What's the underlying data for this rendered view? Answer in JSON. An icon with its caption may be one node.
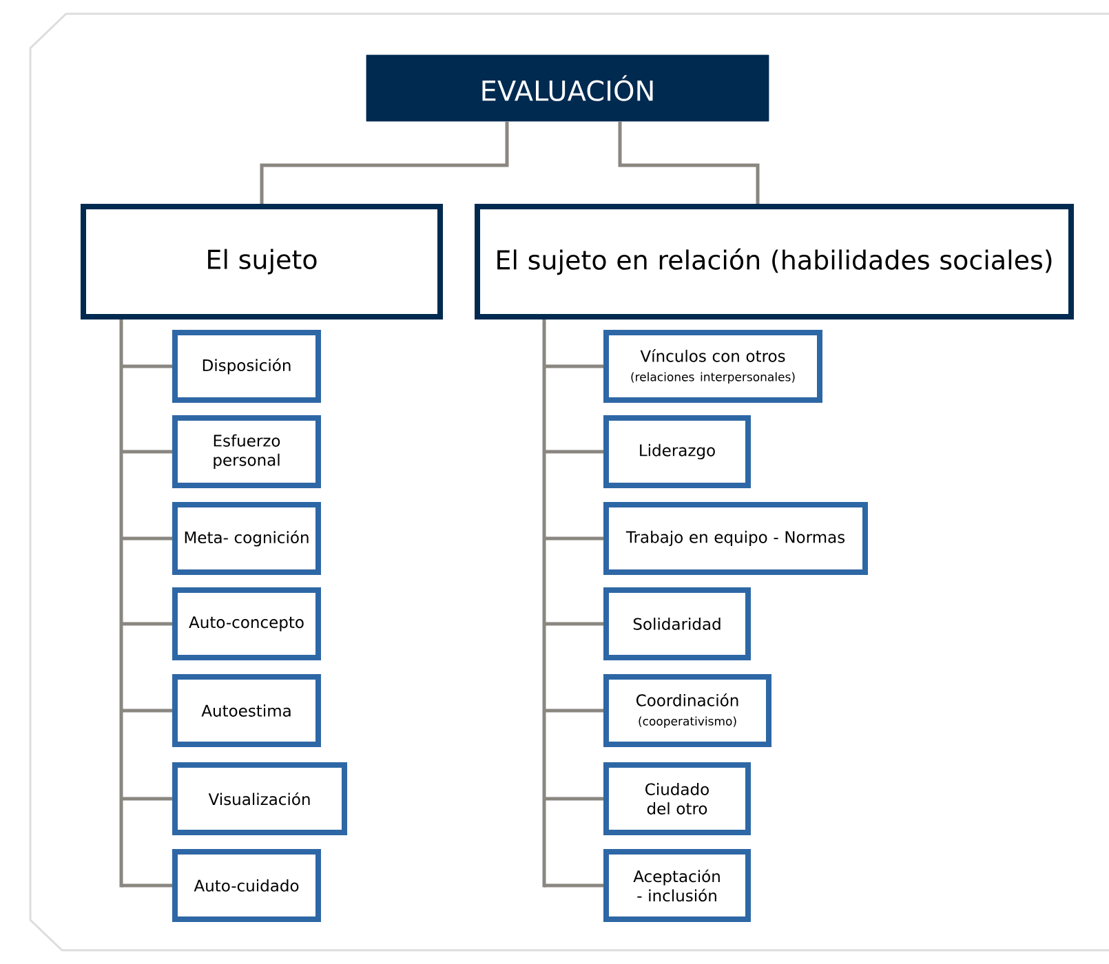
{
  "diagram": {
    "nodes": [
      {
        "text": [
          "EVALUACIÓN"
        ]
      },
      {
        "text": [
          "El sujeto"
        ]
      },
      {
        "text": [
          "El sujeto en relación (habilidades sociales)"
        ]
      },
      {
        "text": [
          "Disposición"
        ]
      },
      {
        "text": [
          "Esfuerzo personal"
        ]
      },
      {
        "text": [
          "Meta- cognición"
        ]
      },
      {
        "text": [
          "Auto-concepto"
        ]
      },
      {
        "text": [
          "Autoestima"
        ]
      },
      {
        "text": [
          "Visualización"
        ]
      },
      {
        "text": [
          "Auto-cuidado"
        ]
      },
      {
        "text": [
          "Vínculos con otros",
          "(relaciones interpersonales)"
        ]
      },
      {
        "text": [
          "Liderazgo"
        ]
      },
      {
        "text": [
          "Trabajo en equipo - Normas"
        ]
      },
      {
        "text": [
          "Solidaridad"
        ]
      },
      {
        "text": [
          "Coordinación",
          "(cooperativismo)"
        ]
      },
      {
        "text": [
          "Ciudado del otro"
        ]
      },
      {
        "text": [
          "Aceptación - inclusión"
        ]
      }
    ],
    "edges": [
      {
        "from": 0,
        "to": 1,
        "arrow": "none"
      },
      {
        "from": 0,
        "to": 2,
        "arrow": "none"
      },
      {
        "from": 1,
        "to": 3,
        "arrow": "none"
      },
      {
        "from": 1,
        "to": 4,
        "arrow": "none"
      },
      {
        "from": 1,
        "to": 5,
        "arrow": "none"
      },
      {
        "from": 1,
        "to": 6,
        "arrow": "none"
      },
      {
        "from": 1,
        "to": 7,
        "arrow": "none"
      },
      {
        "from": 1,
        "to": 8,
        "arrow": "none"
      },
      {
        "from": 1,
        "to": 9,
        "arrow": "none"
      },
      {
        "from": 2,
        "to": 10,
        "arrow": "none"
      },
      {
        "from": 2,
        "to": 11,
        "arrow": "none"
      },
      {
        "from": 2,
        "to": 12,
        "arrow": "none"
      },
      {
        "from": 2,
        "to": 13,
        "arrow": "none"
      },
      {
        "from": 2,
        "to": 14,
        "arrow": "none"
      },
      {
        "from": 2,
        "to": 15,
        "arrow": "none"
      },
      {
        "from": 2,
        "to": 16,
        "arrow": "none"
      }
    ]
  }
}
